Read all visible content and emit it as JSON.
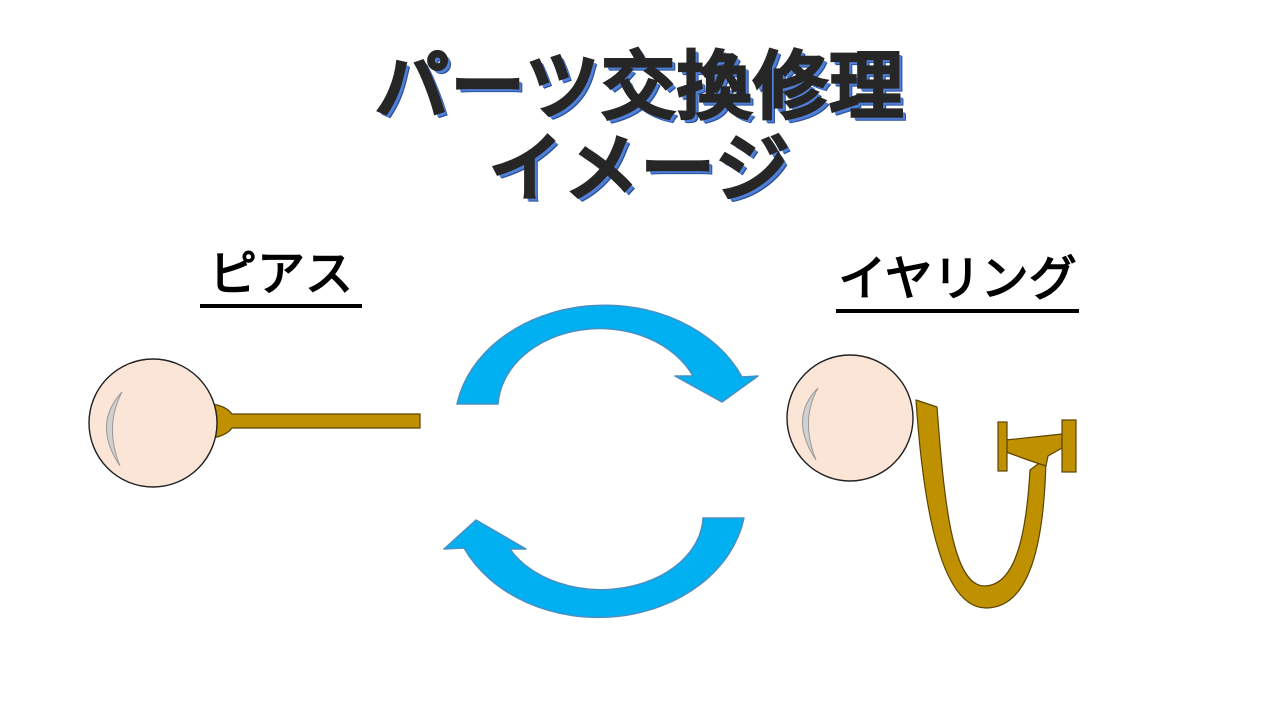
{
  "title": {
    "line1": "パーツ交換修理",
    "line2": "イメージ"
  },
  "left": {
    "label": "ピアス"
  },
  "right": {
    "label": "イヤリング"
  },
  "colors": {
    "title_text": "#262626",
    "title_shadow": "#4f7fd6",
    "arrow_fill": "#00b0f0",
    "arrow_stroke": "#4a8fc2",
    "pearl_fill": "#fbe5d6",
    "pearl_highlight": "#cfcfcf",
    "metal_gold": "#bf9000"
  },
  "icons": {
    "left_item": "pierced-earring-icon",
    "right_item": "clip-earring-icon",
    "swap": "circular-swap-arrows-icon"
  }
}
